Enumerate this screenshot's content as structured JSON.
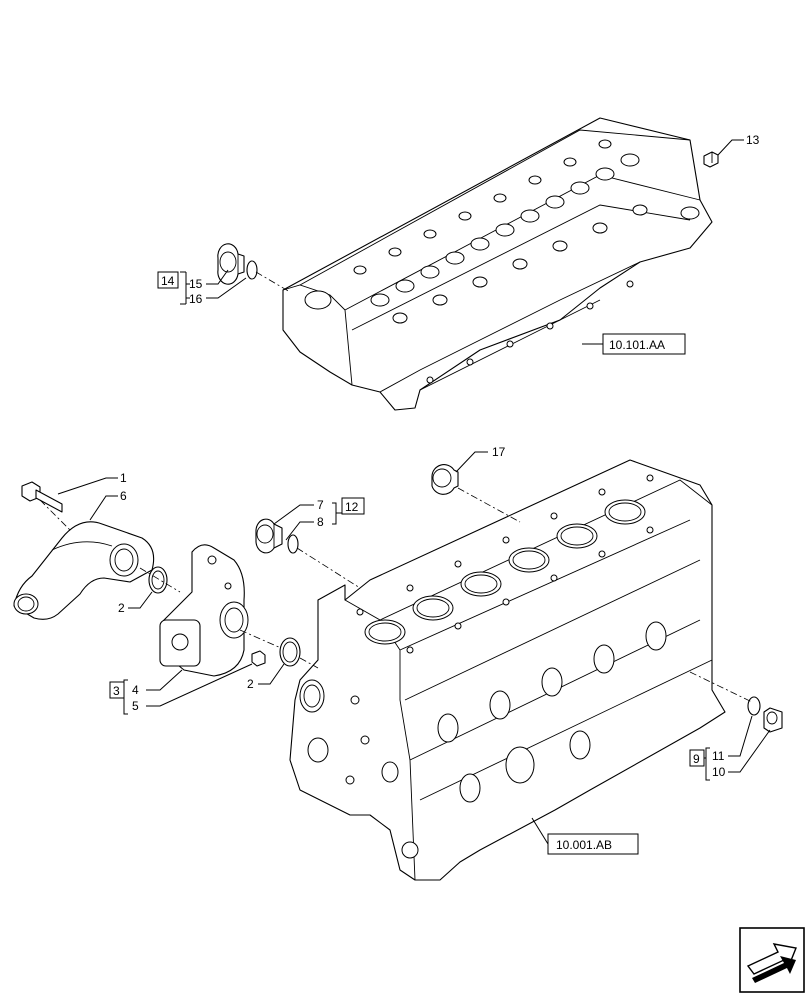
{
  "parts": {
    "p1": "1",
    "p2a": "2",
    "p2b": "2",
    "p3": "3",
    "p4": "4",
    "p5": "5",
    "p6": "6",
    "p7": "7",
    "p8": "8",
    "p9": "9",
    "p10": "10",
    "p11": "11",
    "p12": "12",
    "p13": "13",
    "p14": "14",
    "p15": "15",
    "p16": "16",
    "p17": "17"
  },
  "references": {
    "cylinder_head": "10.101.AA",
    "engine_block": "10.001.AB"
  },
  "icons": {
    "navigation": "arrow-icon"
  }
}
